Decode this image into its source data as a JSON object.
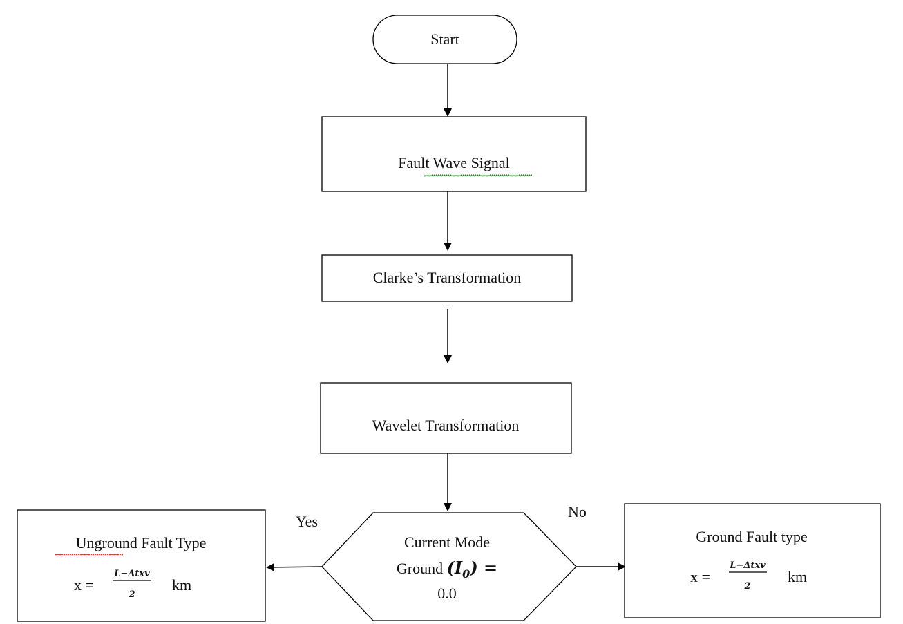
{
  "nodes": {
    "start": "Start",
    "fault_wave": {
      "part1": "Fault ",
      "part2": "Wave  Signal"
    },
    "clarke": "Clarke’s Transformation",
    "wavelet": "Wavelet Transformation",
    "decision": {
      "line1": "Current Mode",
      "line2_text": "Ground  ",
      "line2_math": "(I",
      "line2_sub": "0",
      "line2_math_end": ") =",
      "line3": "0.0"
    },
    "left_result": {
      "title_part1": "Unground",
      "title_part2": " Fault Type",
      "formula_prefix": "x = ",
      "numerator": "L−Δtxv",
      "denominator": "2",
      "unit": "km"
    },
    "right_result": {
      "title": "Ground Fault type",
      "formula_prefix": "x = ",
      "numerator": "L−Δtxv",
      "denominator": "2",
      "unit": "km"
    }
  },
  "edges": {
    "yes_label": "Yes",
    "no_label": "No"
  }
}
